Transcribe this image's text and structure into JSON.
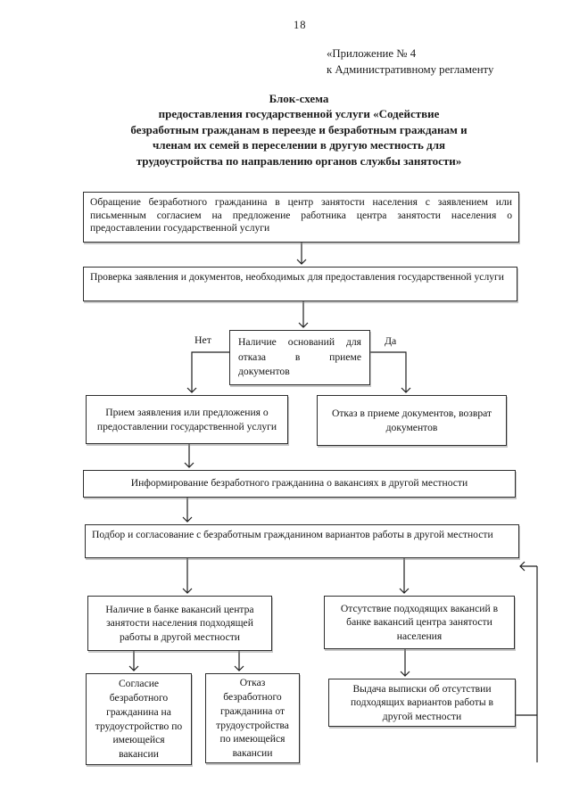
{
  "page": {
    "number": "18",
    "header": "«Приложение № 4\nк Административному регламенту",
    "title": "Блок-схема\nпредоставления государственной услуги «Содействие\nбезработным гражданам в переезде и безработным гражданам и\nчленам их семей в переселении в другую местность для\nтрудоустройства по направлению органов службы занятости»"
  },
  "flow": {
    "apply": "Обращение безработного гражданина в центр занятости населения с заявлением или письменным согласием на предложение работника центра занятости населения о предоставлении государственной услуги",
    "check": "Проверка заявления и документов, необходимых для предоставления государственной услуги",
    "decision": "Наличие оснований для отказа в приеме документов",
    "no_label": "Нет",
    "yes_label": "Да",
    "accept": "Прием заявления или предложения о предоставлении государственной услуги",
    "reject": "Отказ в приеме документов, возврат документов",
    "inform": "Информирование безработного гражданина о вакансиях в другой местности",
    "select": "Подбор и согласование с безработным гражданином вариантов работы в другой местности",
    "vacancy": "Наличие в банке вакансий центра занятости населения подходящей работы в другой местности",
    "no_vacancy": "Отсутствие подходящих вакансий в банке вакансий центра занятости населения",
    "consent": "Согласие безработного гражданина на трудоустройство по имеющейся вакансии",
    "refusal": "Отказ безработного гражданина от трудоустройства по имеющейся вакансии",
    "statement": "Выдача выписки об отсутствии подходящих вариантов работы в другой местности"
  },
  "colors": {
    "ink": "#1b1b1b",
    "border": "#2e2e2e",
    "paper": "#ffffff"
  }
}
